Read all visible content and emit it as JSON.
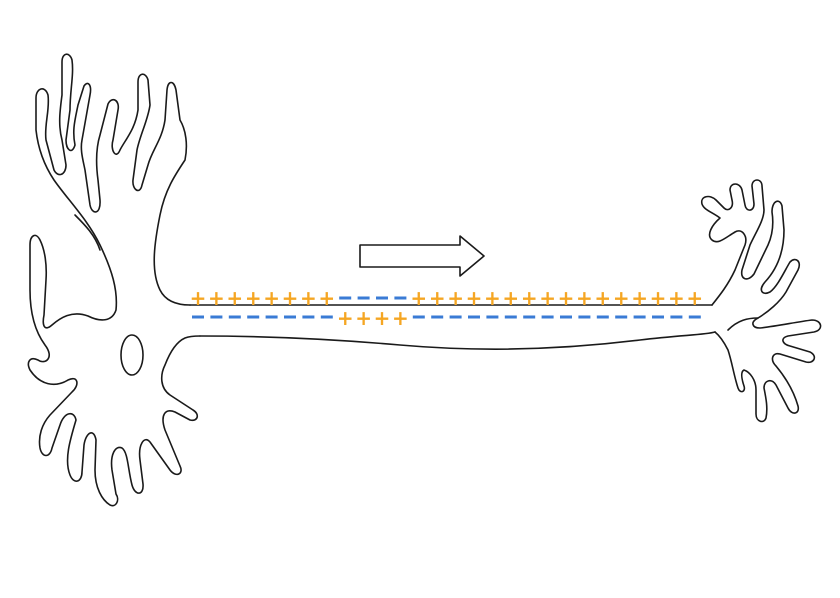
{
  "colors": {
    "positive": "#f5a623",
    "negative": "#3a7bd5",
    "outline": "#1a1a1a",
    "background": "#ffffff"
  },
  "charges": {
    "positive_symbol": "+",
    "negative_symbol": "−",
    "outer_row": {
      "description_pattern": [
        "positive",
        "negative",
        "positive"
      ],
      "positive_before_count": 8,
      "negative_count": 4,
      "positive_after_count": 16
    },
    "inner_row": {
      "description_pattern": [
        "negative",
        "positive",
        "negative"
      ],
      "negative_before_count": 8,
      "positive_count": 4,
      "negative_after_count": 16
    }
  },
  "arrow": {
    "direction": "right",
    "icon": "right-arrow-icon"
  }
}
